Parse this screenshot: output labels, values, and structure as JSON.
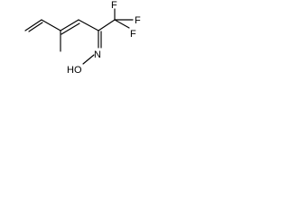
{
  "molecule": {
    "atoms": {
      "f1": "F",
      "f2": "F",
      "f3": "F",
      "n": "N",
      "hydroxyl": "HO"
    }
  }
}
